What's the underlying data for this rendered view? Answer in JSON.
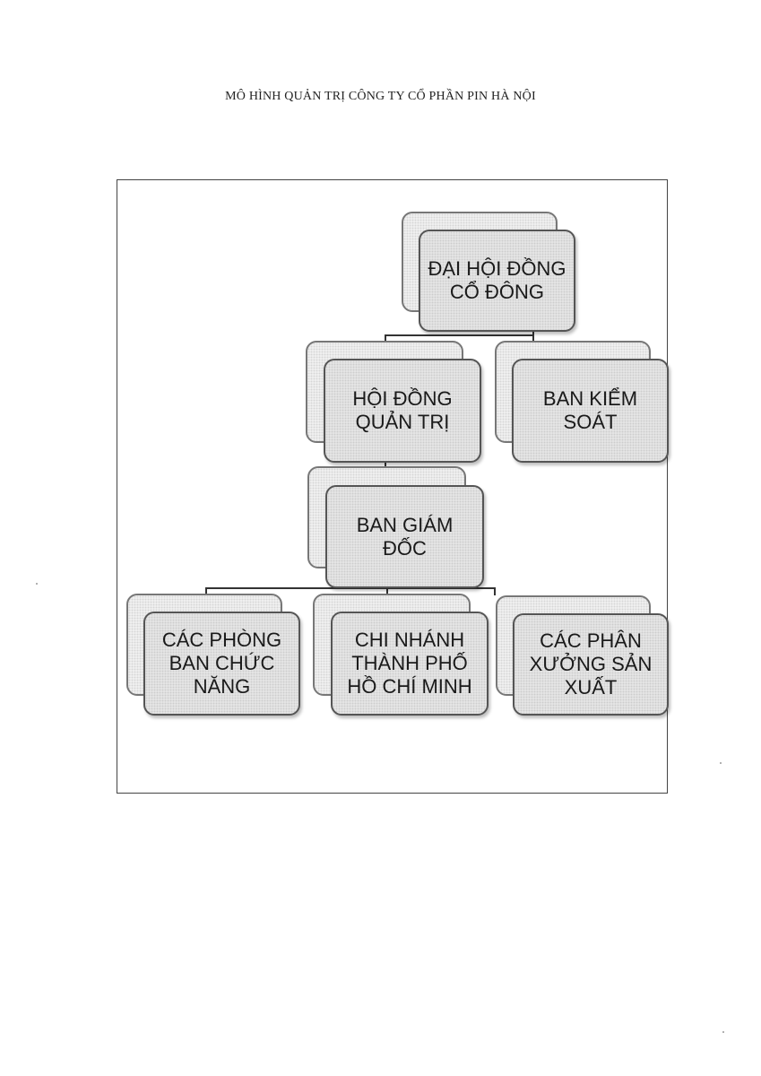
{
  "document": {
    "title": "MÔ HÌNH QUẢN TRỊ CÔNG TY CỔ PHẦN PIN HÀ NỘI"
  },
  "org_chart": {
    "shareholders": "ĐẠI HỘI ĐỒNG\nCỔ ĐÔNG",
    "board": "HỘI ĐỒNG\nQUẢN TRỊ",
    "supervisory": "BAN KIỂM\nSOÁT",
    "management": "BAN GIÁM\nĐỐC",
    "departments": "CÁC PHÒNG\nBAN CHỨC\nNĂNG",
    "branch": "CHI NHÁNH\nTHÀNH PHỐ\nHỒ CHÍ MINH",
    "workshops": "CÁC PHÂN\nXƯỞNG SẢN\nXUẤT"
  }
}
